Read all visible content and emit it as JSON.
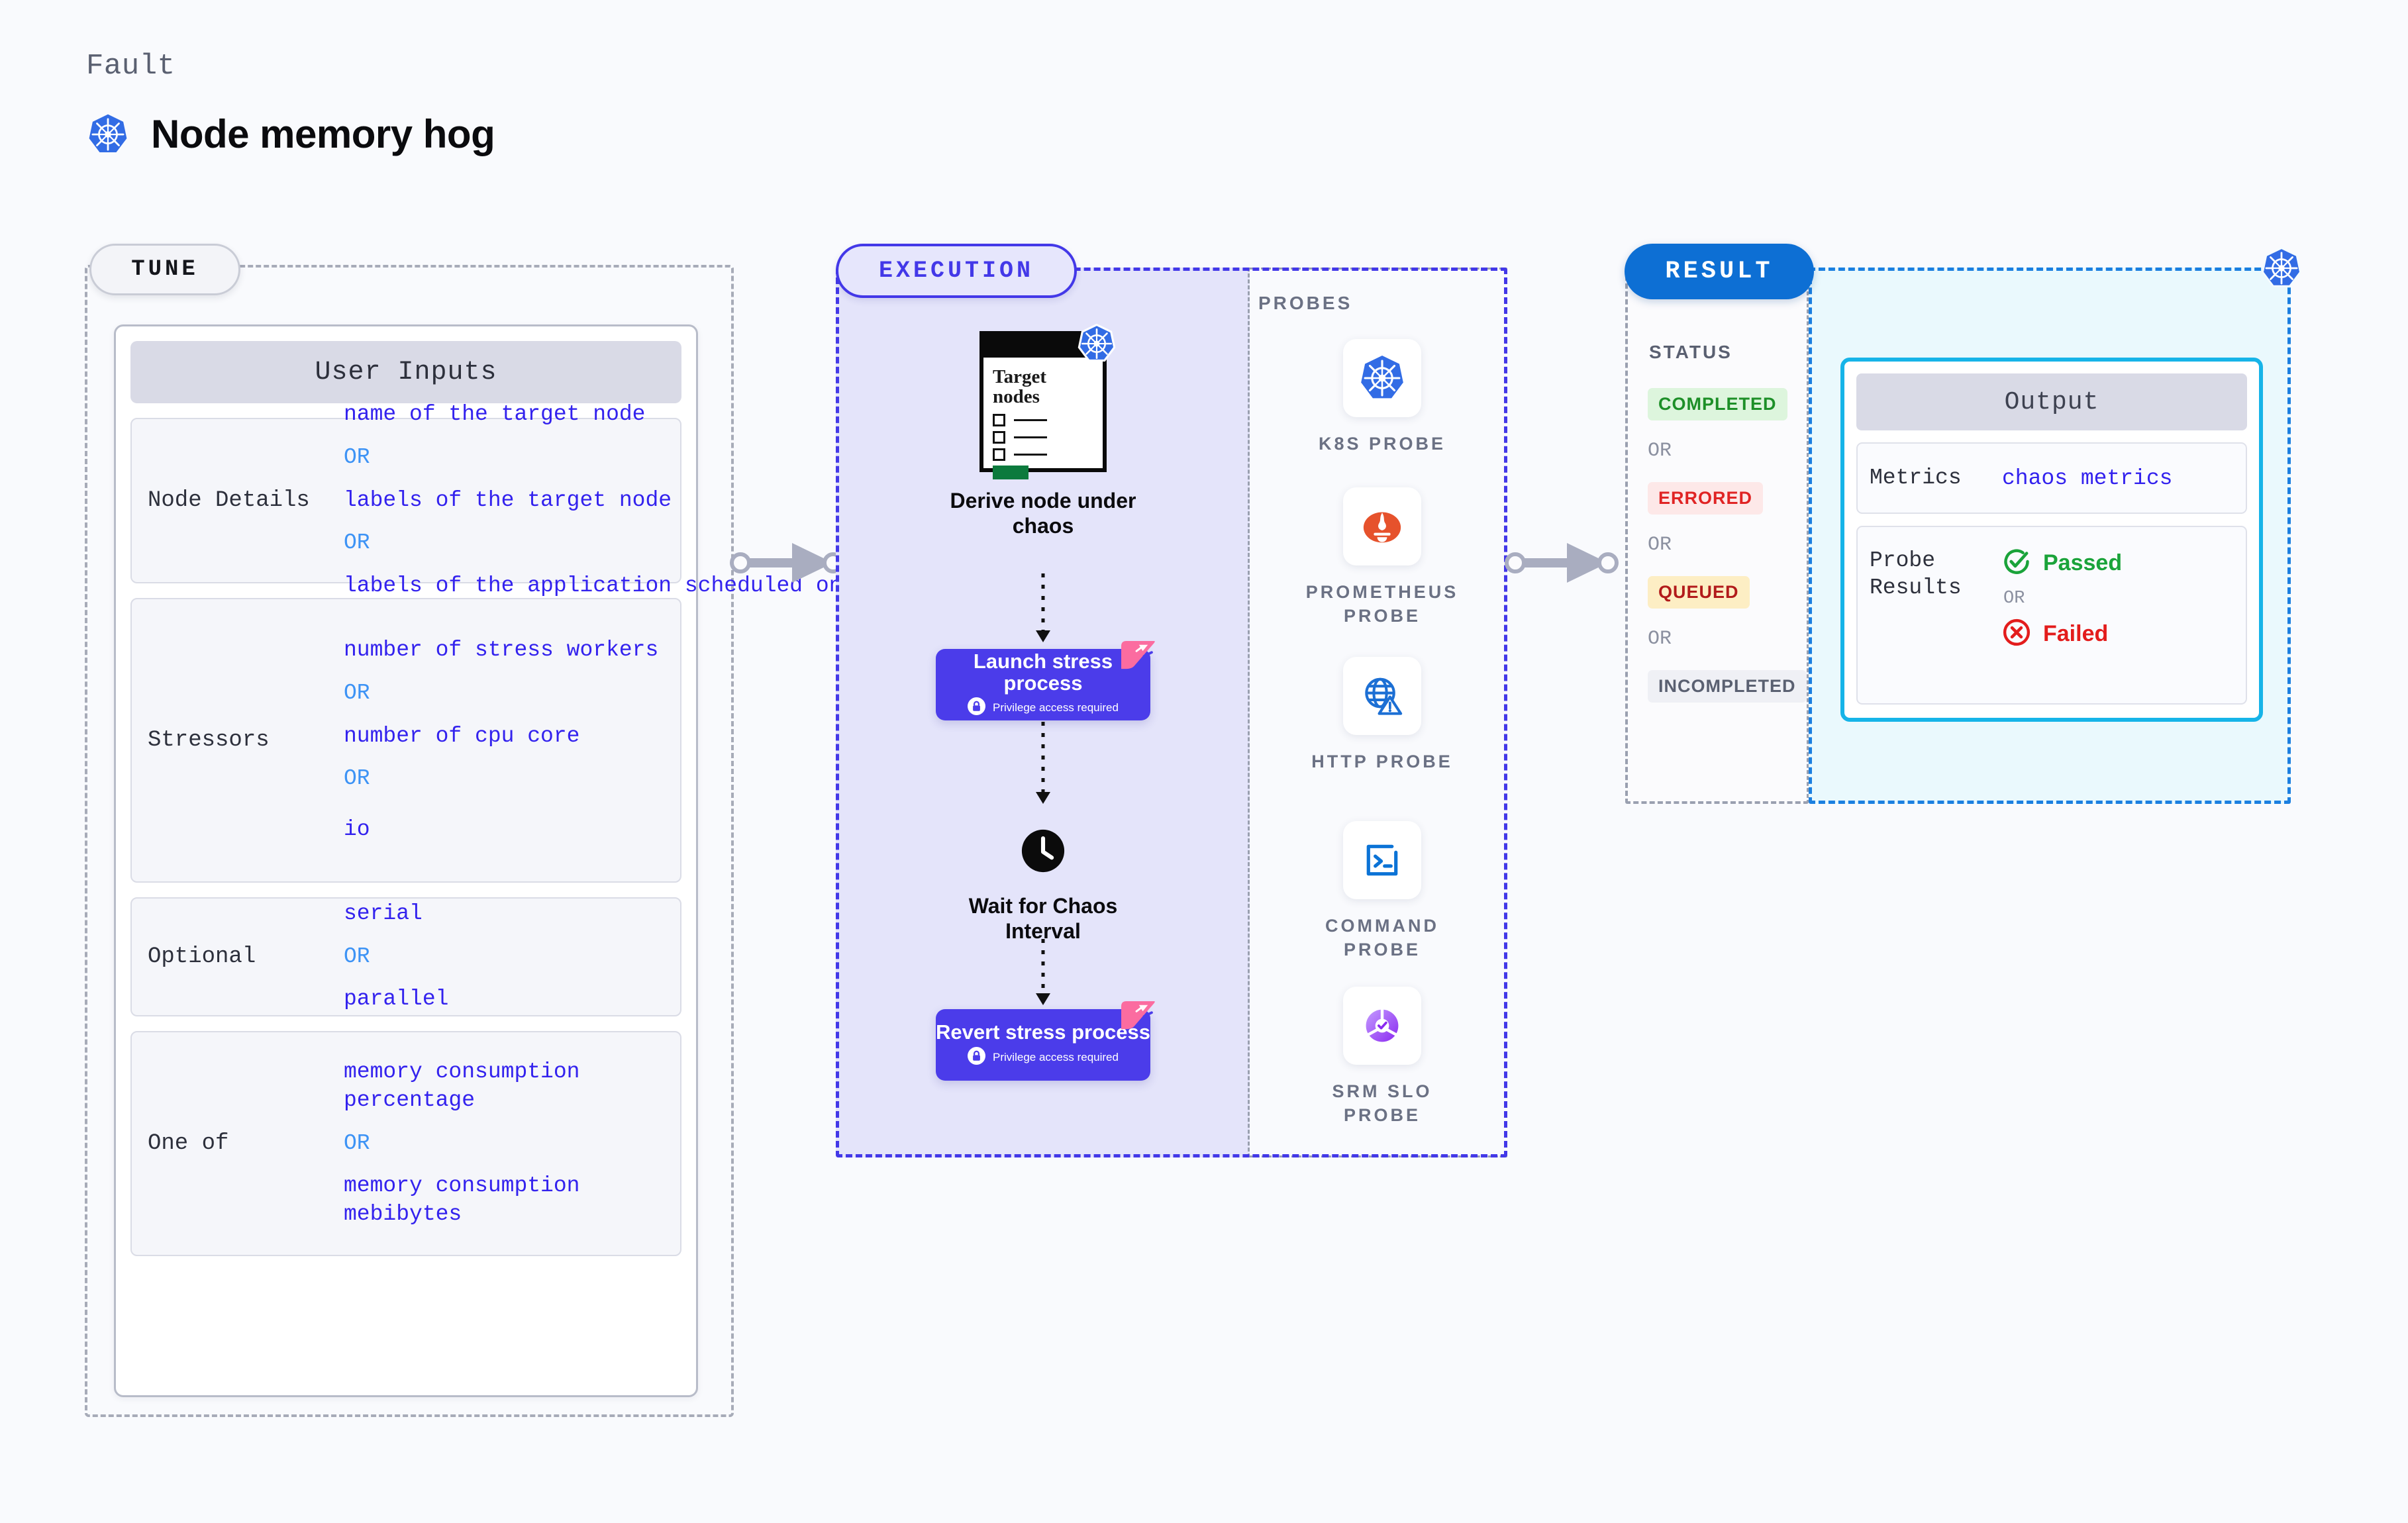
{
  "header": {
    "kicker": "Fault",
    "title": "Node memory hog",
    "icon": "kubernetes-icon"
  },
  "colors": {
    "page_bg": "#f9fafd",
    "indigo": "#4338e8",
    "indigo_fill": "#e4e4fa",
    "stress_box": "#4b3cea",
    "result_blue": "#0d6fd4",
    "result_fill": "#eaf9fd",
    "output_border": "#16b4e8",
    "value_blue": "#3322ee",
    "or_blue": "#3d93f5",
    "k8s_blue": "#326ce5",
    "ribbon_pink": "#fb6ca0",
    "green": "#1aa33a",
    "red": "#e31c1c"
  },
  "tune": {
    "badge": "TUNE",
    "card_title": "User Inputs",
    "rows": [
      {
        "label": "Node Details",
        "values": [
          {
            "kind": "value",
            "text": "name of the target node"
          },
          {
            "kind": "or",
            "text": "OR"
          },
          {
            "kind": "value",
            "text": "labels of the target node"
          },
          {
            "kind": "or",
            "text": "OR"
          },
          {
            "kind": "value",
            "text": "labels of the application scheduled on target node"
          }
        ]
      },
      {
        "label": "Stressors",
        "values": [
          {
            "kind": "value",
            "text": "number of stress workers"
          },
          {
            "kind": "or",
            "text": "OR"
          },
          {
            "kind": "value",
            "text": "number of cpu core"
          },
          {
            "kind": "or",
            "text": "OR"
          },
          {
            "kind": "value",
            "text": "io"
          }
        ]
      },
      {
        "label": "Optional",
        "values": [
          {
            "kind": "value",
            "text": "serial"
          },
          {
            "kind": "or",
            "text": "OR"
          },
          {
            "kind": "value",
            "text": "parallel"
          }
        ]
      },
      {
        "label": "One of",
        "values": [
          {
            "kind": "value",
            "text": "memory consumption percentage"
          },
          {
            "kind": "or",
            "text": "OR"
          },
          {
            "kind": "value",
            "text": "memory consumption mebibytes"
          }
        ]
      }
    ]
  },
  "execution": {
    "badge": "EXECUTION",
    "target_card": {
      "title_line1": "Target",
      "title_line2": "nodes",
      "icon": "kubernetes-icon"
    },
    "steps": [
      {
        "caption": "Derive node under chaos"
      },
      {
        "title": "Launch stress process",
        "note": "Privilege access required",
        "icon": "lock-icon",
        "ribbon": true
      },
      {
        "caption": "Wait for Chaos Interval",
        "icon": "clock-icon"
      },
      {
        "title": "Revert stress process",
        "note": "Privilege access required",
        "icon": "lock-icon",
        "ribbon": true
      }
    ]
  },
  "probes": {
    "title": "PROBES",
    "items": [
      {
        "name": "K8S PROBE",
        "icon": "kubernetes-icon"
      },
      {
        "name": "PROMETHEUS PROBE",
        "icon": "prometheus-icon"
      },
      {
        "name": "HTTP PROBE",
        "icon": "globe-warning-icon"
      },
      {
        "name": "COMMAND PROBE",
        "icon": "terminal-icon"
      },
      {
        "name": "SRM SLO PROBE",
        "icon": "slo-gauge-icon"
      }
    ]
  },
  "result": {
    "badge": "RESULT",
    "status_title": "STATUS",
    "statuses": [
      {
        "label": "COMPLETED",
        "bg": "#ddf5dd",
        "fg": "#1d8f28"
      },
      {
        "label": "OR",
        "sep": true
      },
      {
        "label": "ERRORED",
        "bg": "#fde8e8",
        "fg": "#e02424"
      },
      {
        "label": "OR",
        "sep": true
      },
      {
        "label": "QUEUED",
        "bg": "#fdeec4",
        "fg": "#b21b1b"
      },
      {
        "label": "OR",
        "sep": true
      },
      {
        "label": "INCOMPLETED",
        "bg": "#eff0f5",
        "fg": "#5a6071"
      }
    ],
    "output": {
      "title": "Output",
      "metrics_label": "Metrics",
      "metrics_value": "chaos metrics",
      "probe_results_label": "Probe Results",
      "passed": "Passed",
      "or": "OR",
      "failed": "Failed"
    },
    "corner_icon": "kubernetes-icon"
  }
}
